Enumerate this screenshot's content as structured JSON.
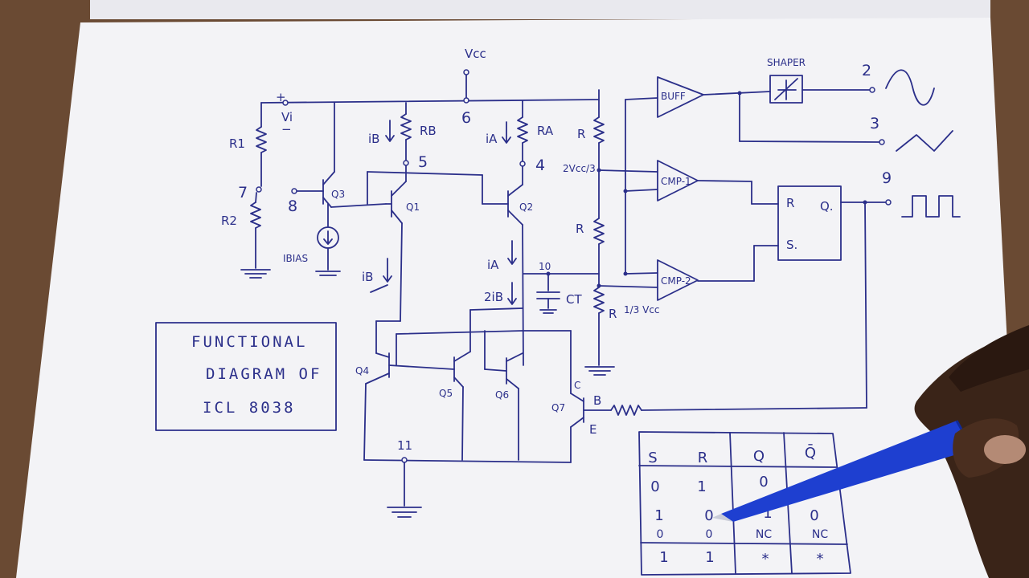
{
  "title_box": {
    "line1": "FUNCTIONAL",
    "line2": "DIAGRAM OF",
    "line3": "ICL 8038"
  },
  "labels": {
    "vcc": "Vcc",
    "pin6": "6",
    "vi_plus": "+",
    "vi": "Vi",
    "vi_minus": "−",
    "r1": "R1",
    "r2": "R2",
    "pin7": "7",
    "pin8": "8",
    "q3": "Q3",
    "ibias": "IBIAS",
    "ib_top": "iB",
    "rb": "RB",
    "pin5": "5",
    "ia_top": "iA",
    "ra": "RA",
    "pin4": "4",
    "q1": "Q1",
    "q2": "Q2",
    "ib_mid": "iB",
    "ia_mid": "iA",
    "two_ib": "2iB",
    "pin10": "10",
    "ct": "CT",
    "q4": "Q4",
    "q5": "Q5",
    "q6": "Q6",
    "q7": "Q7",
    "c": "C",
    "b": "B",
    "e": "E",
    "pin11": "11",
    "r_top": "R",
    "r_mid": "R",
    "r_bot": "R",
    "two_third_vcc": "2Vcc/3",
    "one_third_vcc": "1/3 Vcc",
    "buff": "BUFF",
    "shaper": "SHAPER",
    "cmp1": "CMP-1",
    "cmp2": "CMP-2",
    "ff_r": "R",
    "ff_q": "Q.",
    "ff_s": "S.",
    "pin2": "2",
    "pin3": "3",
    "pin9": "9"
  },
  "truth_table": {
    "headers": [
      "S",
      "R",
      "Q",
      "Q̄"
    ],
    "rows": [
      [
        "0",
        "1",
        "0",
        ""
      ],
      [
        "1",
        "0",
        "1",
        "0"
      ],
      [
        "0",
        "0",
        "NC",
        "NC"
      ],
      [
        "1",
        "1",
        "*",
        "*"
      ]
    ]
  },
  "colors": {
    "ink": "#2b2f8a",
    "paper": "#f3f3f6",
    "desk": "#6a4a33",
    "pen": "#1e3fd0"
  }
}
